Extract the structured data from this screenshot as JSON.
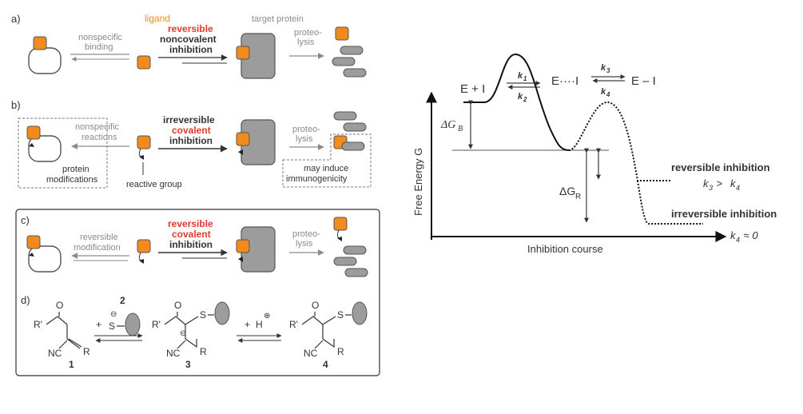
{
  "colors": {
    "ligand": "#f28a1e",
    "protein": "#9c9c9c",
    "accent_red": "#e03a2f",
    "text_dark": "#333333",
    "text_gray": "#8a8a8a"
  },
  "panel_a": {
    "label": "a)",
    "ligand": "ligand",
    "target_protein": "target protein",
    "nonspecific_1": "nonspecific",
    "nonspecific_2": "binding",
    "reversible": "reversible",
    "noncovalent": "noncovalent",
    "inhibition": "inhibition",
    "proteo": "proteo-",
    "lysis": "lysis"
  },
  "panel_b": {
    "label": "b)",
    "nonspecific_1": "nonspecific",
    "nonspecific_2": "reactions",
    "protein": "protein",
    "modifications": "modifications",
    "irreversible": "irreversible",
    "covalent": "covalent",
    "inhibition": "inhibition",
    "reactive_group": "reactive group",
    "proteo": "proteo-",
    "lysis": "lysis",
    "may_induce": "may induce",
    "immunogenicity": "immunogenicity"
  },
  "panel_c": {
    "label": "c)",
    "reversible_1": "reversible",
    "modification": "modification",
    "reversible_2": "reversible",
    "covalent": "covalent",
    "inhibition": "inhibition",
    "proteo": "proteo-",
    "lysis": "lysis"
  },
  "panel_d": {
    "label": "d)",
    "r_prime": "R'",
    "o": "O",
    "nc": "NC",
    "r": "R",
    "s": "S",
    "minus": "⊖",
    "plus_sign": "+",
    "h": "H",
    "plus_charge": "⊕",
    "n1": "1",
    "n2": "2",
    "n3": "3",
    "n4": "4"
  },
  "energy": {
    "ei": "E + I",
    "e_dots_i": "E····I",
    "e_i": "E – I",
    "k1": "k",
    "k1_sub": "1",
    "k2": "k",
    "k2_sub": "2",
    "k3": "k",
    "k3_sub": "3",
    "k4": "k",
    "k4_sub": "4",
    "delta_gb": "ΔG",
    "delta_gb_sub": "B",
    "delta_gr": "ΔG",
    "delta_gr_sub": "R",
    "y_axis": "Free Energy G",
    "x_axis": "Inhibition course",
    "rev_inhib": "reversible inhibition",
    "rev_cond_k": "k",
    "rev_cond_s1": "3",
    "rev_cond_gt": " > ",
    "rev_cond_k2": "k",
    "rev_cond_s2": "4",
    "irrev_inhib": "irreversible inhibition",
    "irrev_cond_k": "k",
    "irrev_cond_s": "4",
    "irrev_cond_rest": " ≈ 0"
  }
}
